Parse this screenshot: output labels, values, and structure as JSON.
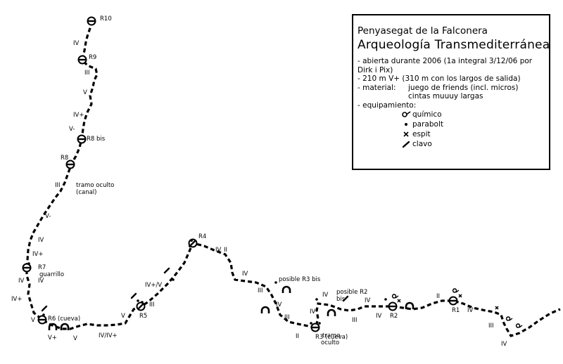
{
  "title": "Penyasegat de la Falconera",
  "route_name": "Arqueología Transmediterránea",
  "notes": {
    "opened": "- abierta durante 2006 (1a integral 3/12/06 por Dirk i Pix)",
    "length": "- 210 m V+ (310 m con los largos de salida)",
    "material_label": "- material:",
    "material_line1": "juego de friends (incl. micros)",
    "material_line2": "cintas muuuy largas",
    "equip_label": "- equipamiento:"
  },
  "legend": {
    "chemical": "químico",
    "parabolt": "parabolt",
    "espit": "espit",
    "pin": "clavo"
  },
  "belays": [
    "R10",
    "R9",
    "R8 bis",
    "R8",
    "R7",
    "R6 (cueva)",
    "R5",
    "R4",
    "R3 (cueva)",
    "R2",
    "R1"
  ],
  "grades": [
    "IV",
    "III",
    "V",
    "IV+",
    "V-",
    "III",
    "V-",
    "IV",
    "IV+",
    "IV",
    "IV",
    "IV+",
    "V",
    "V+",
    "V",
    "IV/IV+",
    "V",
    "IV+/V",
    "III",
    "IV",
    "II",
    "IV",
    "III",
    "IV",
    "III",
    "II",
    "IV",
    "IV",
    "III",
    "IV",
    "IV",
    "II",
    "IV",
    "III",
    "IV"
  ],
  "annotations": {
    "tramo_oculto_canal": "tramo oculto (canal)",
    "guarrillo": "guarrillo",
    "posible_r3_bis": "posible R3 bis",
    "posible_r2_bis": "posible R2 bis",
    "tramo_oculto": "tramo oculto"
  },
  "colors": {
    "ink": "#000000",
    "paper": "#ffffff"
  }
}
